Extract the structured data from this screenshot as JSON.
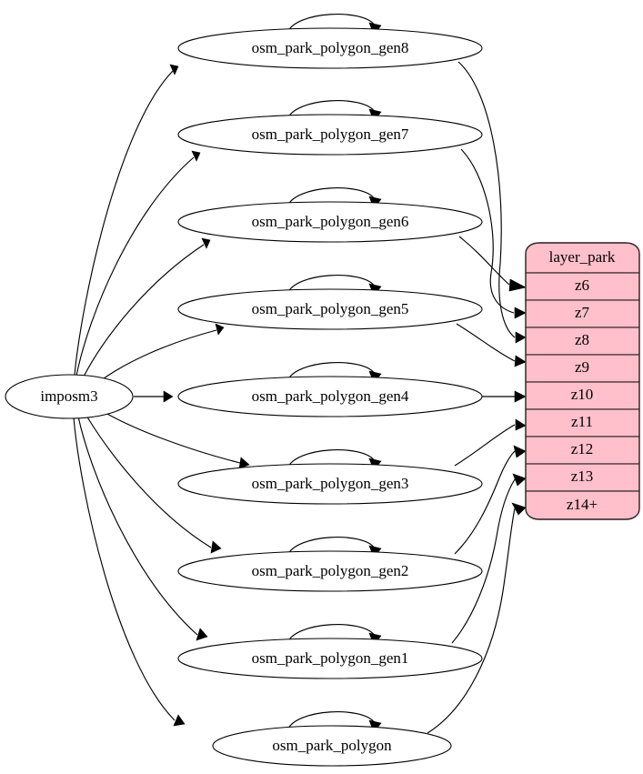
{
  "diagram": {
    "type": "directed-graph",
    "title": "",
    "source_node": {
      "id": "imposm3",
      "label": "imposm3",
      "shape": "ellipse"
    },
    "tables": [
      {
        "id": "layer_park",
        "header": "layer_park",
        "fill_color": "#ffc0cb",
        "border_color": "#3a2a2e",
        "rows": [
          {
            "id": "z6",
            "label": "z6"
          },
          {
            "id": "z7",
            "label": "z7"
          },
          {
            "id": "z8",
            "label": "z8"
          },
          {
            "id": "z9",
            "label": "z9"
          },
          {
            "id": "z10",
            "label": "z10"
          },
          {
            "id": "z11",
            "label": "z11"
          },
          {
            "id": "z12",
            "label": "z12"
          },
          {
            "id": "z13",
            "label": "z13"
          },
          {
            "id": "z14plus",
            "label": "z14+"
          }
        ]
      }
    ],
    "nodes": [
      {
        "id": "osm_park_polygon_gen8",
        "label": "osm_park_polygon_gen8",
        "shape": "ellipse",
        "self_loop": true,
        "target_row": "z6"
      },
      {
        "id": "osm_park_polygon_gen7",
        "label": "osm_park_polygon_gen7",
        "shape": "ellipse",
        "self_loop": true,
        "target_row": "z7"
      },
      {
        "id": "osm_park_polygon_gen6",
        "label": "osm_park_polygon_gen6",
        "shape": "ellipse",
        "self_loop": true,
        "target_row": "z8"
      },
      {
        "id": "osm_park_polygon_gen5",
        "label": "osm_park_polygon_gen5",
        "shape": "ellipse",
        "self_loop": true,
        "target_row": "z9"
      },
      {
        "id": "osm_park_polygon_gen4",
        "label": "osm_park_polygon_gen4",
        "shape": "ellipse",
        "self_loop": true,
        "target_row": "z10"
      },
      {
        "id": "osm_park_polygon_gen3",
        "label": "osm_park_polygon_gen3",
        "shape": "ellipse",
        "self_loop": true,
        "target_row": "z11"
      },
      {
        "id": "osm_park_polygon_gen2",
        "label": "osm_park_polygon_gen2",
        "shape": "ellipse",
        "self_loop": true,
        "target_row": "z12"
      },
      {
        "id": "osm_park_polygon_gen1",
        "label": "osm_park_polygon_gen1",
        "shape": "ellipse",
        "self_loop": true,
        "target_row": "z13"
      },
      {
        "id": "osm_park_polygon",
        "label": "osm_park_polygon",
        "shape": "ellipse",
        "self_loop": true,
        "target_row": "z14plus"
      }
    ],
    "colors": {
      "background": "#ffffff",
      "node_fill": "#ffffff",
      "node_stroke": "#000000",
      "edge_stroke": "#000000",
      "table_fill": "#ffc0cb",
      "table_stroke": "#3a2a2e",
      "text": "#000000"
    }
  }
}
